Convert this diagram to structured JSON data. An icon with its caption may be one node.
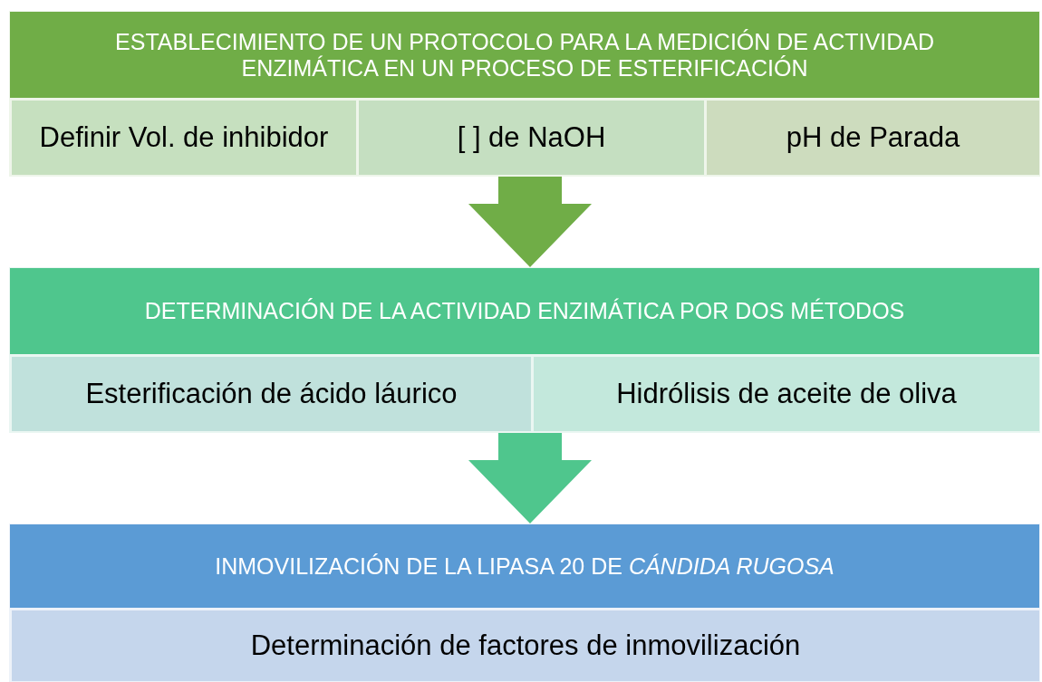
{
  "diagram": {
    "nodes": [
      {
        "text": [
          "ESTABLECIMIENTO DE UN PROTOCOLO PARA LA MEDICIÓN DE ACTIVIDAD ENZIMÁTICA EN UN PROCESO DE ESTERIFICACIÓN"
        ]
      },
      {
        "text": [
          "Definir Vol. de inhibidor"
        ],
        "in": 0
      },
      {
        "text": [
          "[ ] de NaOH"
        ],
        "in": 0
      },
      {
        "text": [
          "pH de Parada"
        ],
        "in": 0
      },
      {
        "text": [
          "DETERMINACIÓN DE LA ACTIVIDAD ENZIMÁTICA POR DOS MÉTODOS"
        ]
      },
      {
        "text": [
          "Esterificación de ácido láurico"
        ],
        "in": 4
      },
      {
        "text": [
          "Hidrólisis de aceite de oliva"
        ],
        "in": 4
      },
      {
        "text": [
          "INMOVILIZACIÓN DE LA LIPASA 20 DE *CÁNDIDA RUGOSA*"
        ]
      },
      {
        "text": [
          "Determinación de factores de inmovilización"
        ],
        "in": 7
      }
    ],
    "edges": [
      {
        "from": 0,
        "to": 4,
        "arrow": "to",
        "color": "#70ad47"
      },
      {
        "from": 4,
        "to": 7,
        "arrow": "to",
        "color": "#4fc68d"
      }
    ]
  }
}
